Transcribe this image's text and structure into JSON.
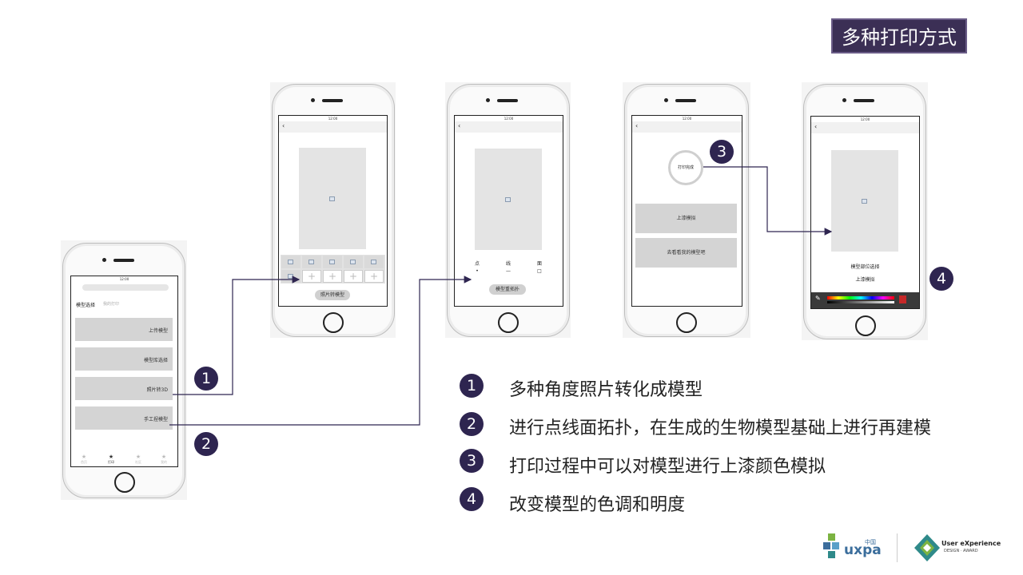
{
  "title": "多种打印方式",
  "phone1": {
    "time": "12:00",
    "tab_active": "模型选择",
    "tab_inactive": "我的打印",
    "menu": [
      "上传模型",
      "模型库选择",
      "照片转3D",
      "手工捏模型"
    ],
    "bottom_tabs": [
      "首页",
      "打印",
      "社区",
      "我的"
    ]
  },
  "phone2": {
    "time": "12:00",
    "back": "‹",
    "button": "照片转模型"
  },
  "phone3": {
    "time": "12:00",
    "back": "‹",
    "labels": [
      "点",
      "线",
      "面"
    ],
    "symbols": [
      "•",
      "—",
      "□"
    ],
    "button": "模型重拓扑"
  },
  "phone4": {
    "time": "12:00",
    "back": "‹",
    "status": "打印完成",
    "btn1": "上漆模拟",
    "btn2": "去看看我的模型吧"
  },
  "phone5": {
    "time": "12:00",
    "back": "‹",
    "label1": "模型部位选择",
    "label2": "上漆模拟"
  },
  "badges": [
    "1",
    "2",
    "3",
    "4"
  ],
  "legend": [
    "多种角度照片转化成模型",
    "进行点线面拓扑，在生成的生物模型基础上进行再建模",
    "打印过程中可以对模型进行上漆颜色模拟",
    "改变模型的色调和明度"
  ],
  "logos": {
    "uxpa": "uxpa",
    "uxpa_cn": "中国",
    "ux_line1": "User eXperience",
    "ux_line2": "DESIGN · AWARD"
  },
  "colors": {
    "accent": "#2e2550",
    "title_bg": "#3b2f55"
  }
}
